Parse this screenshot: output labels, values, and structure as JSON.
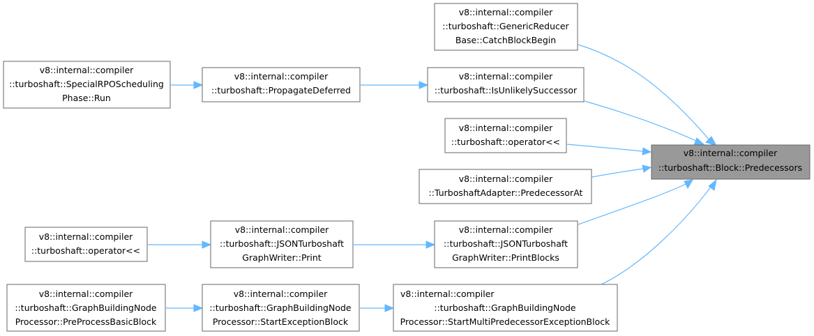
{
  "nodes": {
    "predecessors": [
      "v8::internal::compiler",
      "::turboshaft::Block::Predecessors"
    ],
    "catch_block_begin": [
      "v8::internal::compiler",
      "::turboshaft::GenericReducer",
      "Base::CatchBlockBegin"
    ],
    "is_unlikely_successor": [
      "v8::internal::compiler",
      "::turboshaft::IsUnlikelySuccessor"
    ],
    "operator_out_a": [
      "v8::internal::compiler",
      "::turboshaft::operator<<"
    ],
    "predecessor_at": [
      "v8::internal::compiler",
      "::TurboshaftAdapter::PredecessorAt"
    ],
    "print_blocks": [
      "v8::internal::compiler",
      "::turboshaft::JSONTurboshaft",
      "GraphWriter::PrintBlocks"
    ],
    "start_multi_predecessor_exception_block": [
      "v8::internal::compiler",
      "::turboshaft::GraphBuildingNode",
      "Processor::StartMultiPredecessorExceptionBlock"
    ],
    "propagate_deferred": [
      "v8::internal::compiler",
      "::turboshaft::PropagateDeferred"
    ],
    "special_rpo_run": [
      "v8::internal::compiler",
      "::turboshaft::SpecialRPOScheduling",
      "Phase::Run"
    ],
    "json_print": [
      "v8::internal::compiler",
      "::turboshaft::JSONTurboshaft",
      "GraphWriter::Print"
    ],
    "operator_out_b": [
      "v8::internal::compiler",
      "::turboshaft::operator<<"
    ],
    "start_exception_block": [
      "v8::internal::compiler",
      "::turboshaft::GraphBuildingNode",
      "Processor::StartExceptionBlock"
    ],
    "pre_process_basic_block": [
      "v8::internal::compiler",
      "::turboshaft::GraphBuildingNode",
      "Processor::PreProcessBasicBlock"
    ]
  },
  "edges": [
    [
      "catch_block_begin",
      "predecessors"
    ],
    [
      "is_unlikely_successor",
      "predecessors"
    ],
    [
      "operator_out_a",
      "predecessors"
    ],
    [
      "predecessor_at",
      "predecessors"
    ],
    [
      "print_blocks",
      "predecessors"
    ],
    [
      "start_multi_predecessor_exception_block",
      "predecessors"
    ],
    [
      "propagate_deferred",
      "is_unlikely_successor"
    ],
    [
      "special_rpo_run",
      "propagate_deferred"
    ],
    [
      "json_print",
      "print_blocks"
    ],
    [
      "operator_out_b",
      "json_print"
    ],
    [
      "start_exception_block",
      "start_multi_predecessor_exception_block"
    ],
    [
      "pre_process_basic_block",
      "start_exception_block"
    ]
  ],
  "colors": {
    "edge": "#63b8ff",
    "target_fill": "#999999",
    "node_border": "#666666"
  }
}
